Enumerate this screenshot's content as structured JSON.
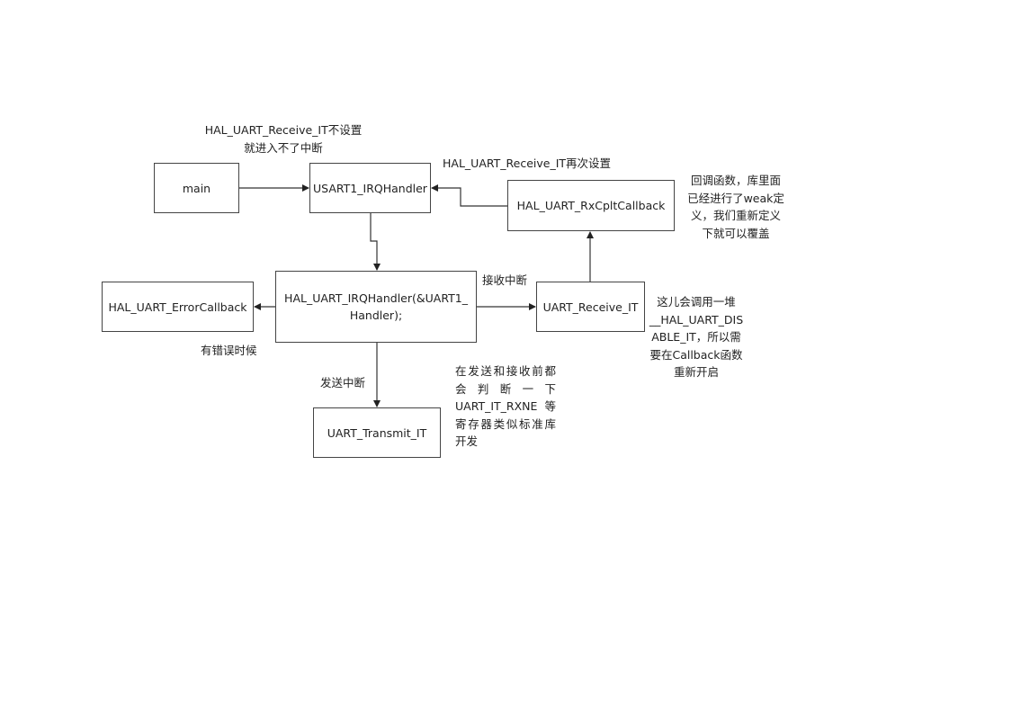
{
  "nodes": {
    "main": "main",
    "usart1_irq": "USART1_IRQHandler",
    "rx_cplt_callback": "HAL_UART_RxCpltCallback",
    "hal_irq_handler": [
      "HAL_UART_IRQHandler(&UART1_",
      "Handler);"
    ],
    "error_callback": "HAL_UART_ErrorCallback",
    "receive_it": "UART_Receive_IT",
    "transmit_it": "UART_Transmit_IT"
  },
  "labels": {
    "receive_not_set": [
      "HAL_UART_Receive_IT不设置",
      "就进入不了中断"
    ],
    "receive_set_again": "HAL_UART_Receive_IT再次设置",
    "receive_interrupt": "接收中断",
    "on_error": "有错误时候",
    "send_interrupt": "发送中断"
  },
  "notes": {
    "callback_note": [
      "回调函数，库里面",
      "已经进行了weak定",
      "义，我们重新定义",
      "下就可以覆盖"
    ],
    "disable_note": [
      "这儿会调用一堆",
      "__HAL_UART_DIS",
      "ABLE_IT，所以需",
      "要在Callback函数",
      "重新开启"
    ],
    "check_note": [
      "在发送和接收前都",
      "会 判 断 一 下",
      "UART_IT_RXNE等",
      "寄存器类似标准库",
      "开发"
    ]
  }
}
